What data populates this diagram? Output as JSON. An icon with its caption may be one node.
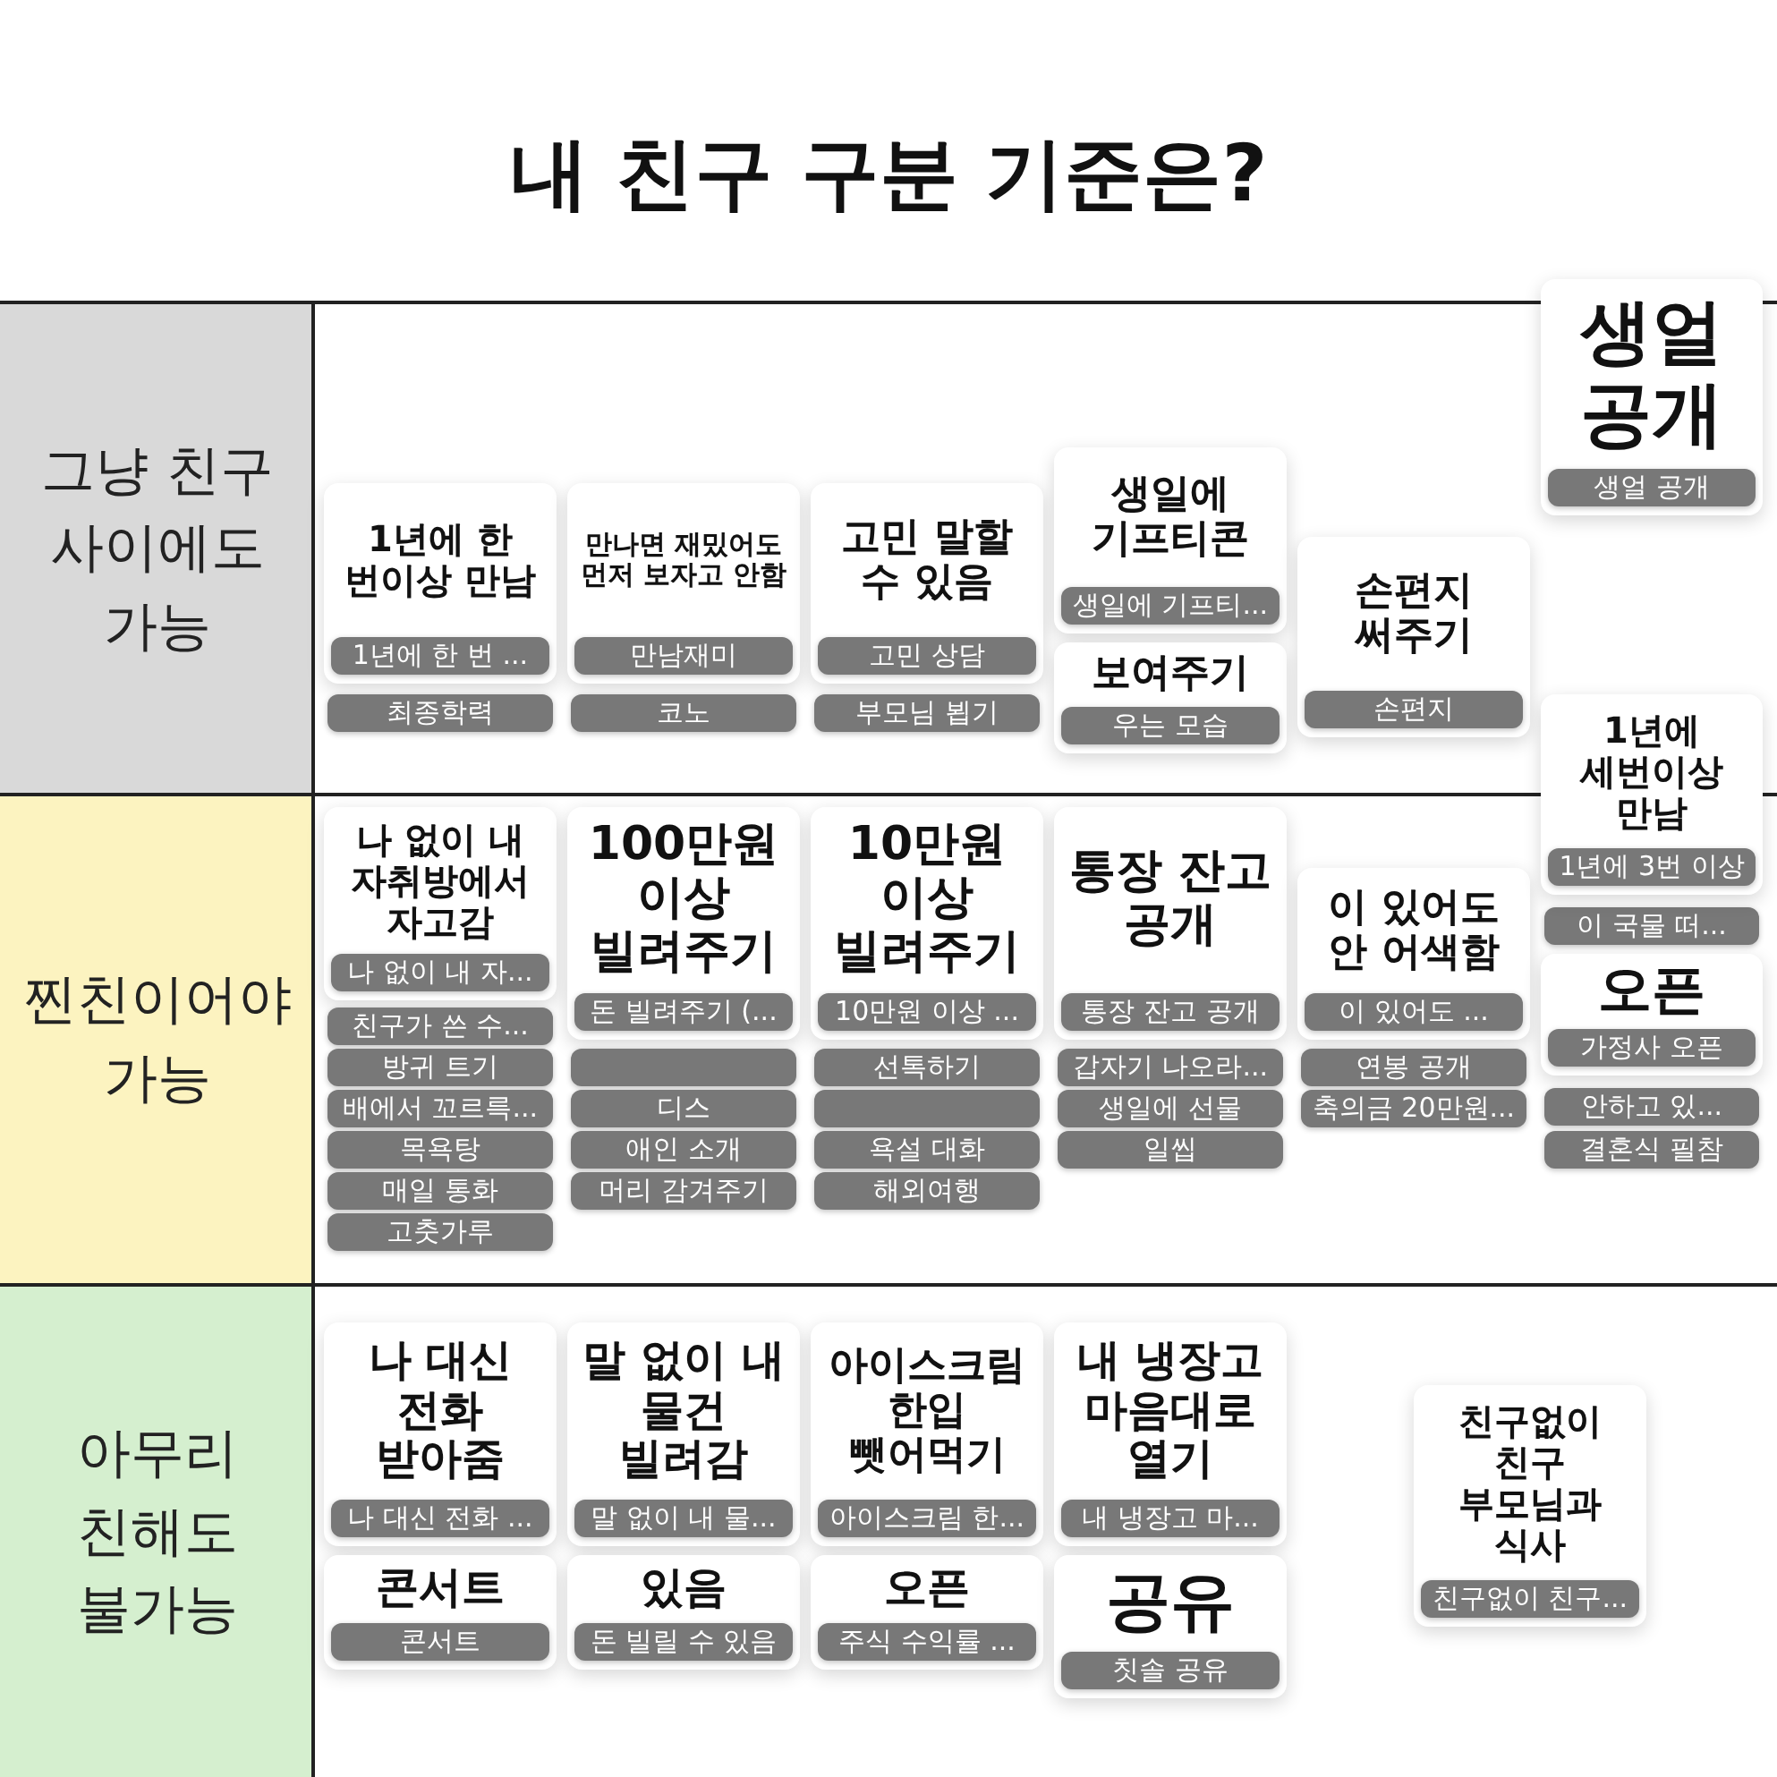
{
  "diagram": {
    "title": "내 친구 구분 기준은?",
    "nodes": [
      {
        "text": [
          "그냥 친구 사이에도 가능"
        ]
      },
      {
        "text": [
          "1년에 한 번이상 만남"
        ],
        "in": 0
      },
      {
        "text": [
          "1년에 한 번 ..."
        ],
        "in": 1
      },
      {
        "text": [
          "최종학력"
        ],
        "in": 0
      },
      {
        "text": [
          "만나면 재밌어도 먼저 보자고 안함"
        ],
        "in": 0
      },
      {
        "text": [
          "만남재미"
        ],
        "in": 4
      },
      {
        "text": [
          "코노"
        ],
        "in": 0
      },
      {
        "text": [
          "고민 말할 수 있음"
        ],
        "in": 0
      },
      {
        "text": [
          "고민 상담"
        ],
        "in": 7
      },
      {
        "text": [
          "부모님 뵙기"
        ],
        "in": 0
      },
      {
        "text": [
          "생일에 기프티콘"
        ],
        "in": 0
      },
      {
        "text": [
          "생일에 기프티..."
        ],
        "in": 10
      },
      {
        "text": [
          "보여주기"
        ],
        "in": 0
      },
      {
        "text": [
          "우는 모습"
        ],
        "in": 12
      },
      {
        "text": [
          "손편지 써주기"
        ],
        "in": 0
      },
      {
        "text": [
          "손편지"
        ],
        "in": 14
      },
      {
        "text": [
          "생얼 공개"
        ]
      },
      {
        "text": [
          "생얼 공개"
        ],
        "in": 16
      },
      {
        "text": [
          "1년에 세번이상 만남"
        ]
      },
      {
        "text": [
          "1년에 3번 이상"
        ]
      },
      {
        "text": [
          "찐친이어야 가능"
        ]
      },
      {
        "text": [
          "나 없이 내 자취방에서 자고감"
        ],
        "in": 20
      },
      {
        "text": [
          "나 없이 내 자..."
        ],
        "in": 21
      },
      {
        "text": [
          "친구가 쓴 수..."
        ],
        "in": 20
      },
      {
        "text": [
          "방귀 트기"
        ],
        "in": 20
      },
      {
        "text": [
          "배에서 꼬르륵..."
        ],
        "in": 20
      },
      {
        "text": [
          "목욕탕"
        ],
        "in": 20
      },
      {
        "text": [
          "매일 통화"
        ],
        "in": 20
      },
      {
        "text": [
          "고춧가루"
        ],
        "in": 20
      },
      {
        "text": [
          "100만원 이상 빌려주기"
        ],
        "in": 20
      },
      {
        "text": [
          "돈 빌려주기 (..."
        ],
        "in": 29
      },
      {
        "text": [],
        "shape": "box",
        "in": 20
      },
      {
        "text": [
          "디스"
        ],
        "in": 20
      },
      {
        "text": [
          "애인 소개"
        ],
        "in": 20
      },
      {
        "text": [
          "머리 감겨주기"
        ],
        "in": 20
      },
      {
        "text": [
          "10만원 이상 빌려주기"
        ],
        "in": 20
      },
      {
        "text": [
          "10만원 이상 ..."
        ],
        "in": 35
      },
      {
        "text": [
          "선톡하기"
        ],
        "in": 20
      },
      {
        "text": [],
        "shape": "box",
        "in": 20
      },
      {
        "text": [
          "욕설 대화"
        ],
        "in": 20
      },
      {
        "text": [
          "해외여행"
        ],
        "in": 20
      },
      {
        "text": [
          "통장 잔고 공개"
        ],
        "in": 20
      },
      {
        "text": [
          "통장 잔고 공개"
        ],
        "in": 41
      },
      {
        "text": [
          "갑자기 나오라..."
        ],
        "in": 20
      },
      {
        "text": [
          "생일에 선물"
        ],
        "in": 20
      },
      {
        "text": [
          "일씹"
        ],
        "in": 20
      },
      {
        "text": [
          "이 있어도 안 어색함"
        ],
        "in": 20
      },
      {
        "text": [
          "이 있어도 ..."
        ],
        "in": 46
      },
      {
        "text": [
          "연봉 공개"
        ],
        "in": 20
      },
      {
        "text": [
          "축의금 20만원..."
        ],
        "in": 20
      },
      {
        "text": [
          "이 국물 떠..."
        ],
        "in": 20
      },
      {
        "text": [
          "오픈"
        ],
        "in": 20
      },
      {
        "text": [
          "가정사 오픈"
        ],
        "in": 51
      },
      {
        "text": [
          "안하고 있..."
        ],
        "in": 20
      },
      {
        "text": [
          "결혼식 필참"
        ],
        "in": 20
      },
      {
        "text": [
          "아무리 친해도 불가능"
        ]
      },
      {
        "text": [
          "나 대신 전화 받아줌"
        ],
        "in": 55
      },
      {
        "text": [
          "나 대신 전화 ..."
        ],
        "in": 56
      },
      {
        "text": [
          "콘서트"
        ],
        "in": 55
      },
      {
        "text": [
          "콘서트"
        ],
        "in": 58
      },
      {
        "text": [
          "말 없이 내 물건 빌려감"
        ],
        "in": 55
      },
      {
        "text": [
          "말 없이 내 물..."
        ],
        "in": 60
      },
      {
        "text": [
          "있음"
        ],
        "in": 55
      },
      {
        "text": [
          "돈 빌릴 수 있음"
        ],
        "in": 62
      },
      {
        "text": [
          "아이스크림 한입 뺏어먹기"
        ],
        "in": 55
      },
      {
        "text": [
          "아이스크림 한..."
        ],
        "in": 64
      },
      {
        "text": [
          "오픈"
        ],
        "in": 55
      },
      {
        "text": [
          "주식 수익률 ..."
        ],
        "in": 66
      },
      {
        "text": [
          "내 냉장고 마음대로 열기"
        ],
        "in": 55
      },
      {
        "text": [
          "내 냉장고 마..."
        ],
        "in": 68
      },
      {
        "text": [
          "공유"
        ],
        "in": 55
      },
      {
        "text": [
          "칫솔 공유"
        ],
        "in": 70
      },
      {
        "text": [
          "친구없이 친구 부모님과 식사"
        ],
        "in": 55
      },
      {
        "text": [
          "친구없이 친구..."
        ],
        "in": 72
      }
    ]
  }
}
